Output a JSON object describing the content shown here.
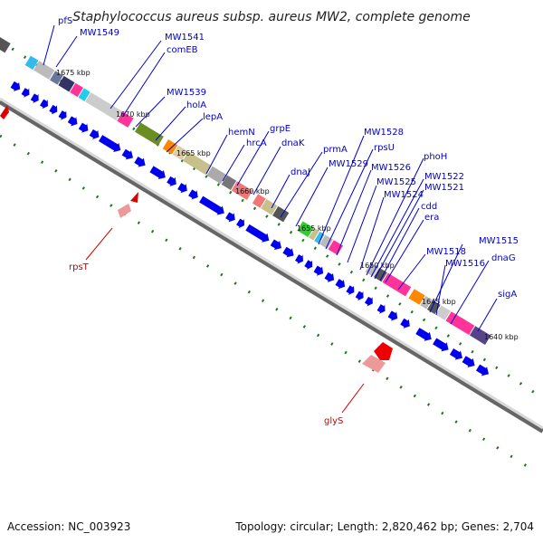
{
  "title": "Staphylococcus aureus subsp. aureus MW2, complete genome",
  "footer": {
    "accession": "Accession: NC_003923",
    "summary": "Topology: circular; Length: 2,820,462 bp; Genes: 2,704"
  },
  "colors": {
    "forward_arrow": "#0000ee",
    "label_blue": "#0000cc",
    "label_red": "#cc0000",
    "gc_dots": "#1a7a1a",
    "backbone": "#888888"
  },
  "scale_ticks": [
    "1675 kbp",
    "1670 kbp",
    "1665 kbp",
    "1660 kbp",
    "1655 kbp",
    "1650 kbp",
    "1645 kbp",
    "1640 kbp"
  ],
  "gene_labels": [
    "pfS",
    "MW1549",
    "MW1541",
    "comEB",
    "MW1539",
    "holA",
    "lepA",
    "hemN",
    "hrcA",
    "grpE",
    "dnaK",
    "dnaJ",
    "prmA",
    "MW1529",
    "MW1528",
    "rpsU",
    "MW1526",
    "MW1525",
    "MW1524",
    "phoH",
    "MW1522",
    "MW1521",
    "cdd",
    "era",
    "MW1518",
    "MW1516",
    "MW1515",
    "dnaG",
    "sigA"
  ],
  "red_labels": [
    "rpsT",
    "glyS"
  ]
}
